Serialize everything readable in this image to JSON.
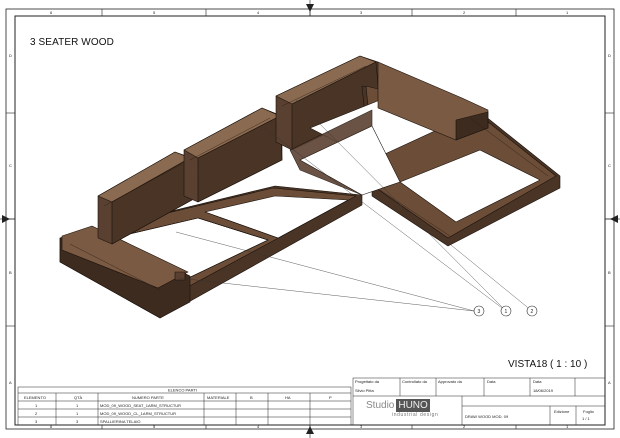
{
  "drawing": {
    "title": "3 SEATER WOOD",
    "view_scale": "VISTA18 ( 1 : 10 )",
    "balloons": [
      "3",
      "1",
      "2"
    ],
    "zones_top": [
      "6",
      "5",
      "4",
      "3",
      "2",
      "1"
    ],
    "zones_side": [
      "D",
      "C",
      "B",
      "A"
    ]
  },
  "parts_list": {
    "caption": "ELENCO PARTI",
    "headers": [
      "ELEMENTO",
      "QTÀ",
      "NUMERO PARTE",
      "MATERIALE",
      "B",
      "HA",
      "P"
    ],
    "rows": [
      [
        "1",
        "1",
        "MOD_09_WOOD_SEAT_1ARM_STRUCTUR",
        "",
        "",
        "",
        ""
      ],
      [
        "2",
        "1",
        "MOD_09_WOOD_CL_1ARM_STRUCTUR",
        "",
        "",
        "",
        ""
      ],
      [
        "3",
        "3",
        "SPALLIERINA TELAIO",
        "",
        "",
        "",
        ""
      ]
    ]
  },
  "title_block": {
    "designed_by_label": "Progettato da",
    "designed_by_value": "Silvio Pitta",
    "checked_by_label": "Controllato da",
    "approved_by_label": "Approvato da",
    "date_label": "Data",
    "date2_label": "Data",
    "date_value": "18/06/2019",
    "studio_a": "Studio",
    "studio_b": "HUNO",
    "studio_sub": "industrial design",
    "drawing_name": "DRAW WOOD MOD. 09",
    "edition_label": "Edizione",
    "sheet_label": "Foglio",
    "sheet_value": "1 / 1"
  }
}
